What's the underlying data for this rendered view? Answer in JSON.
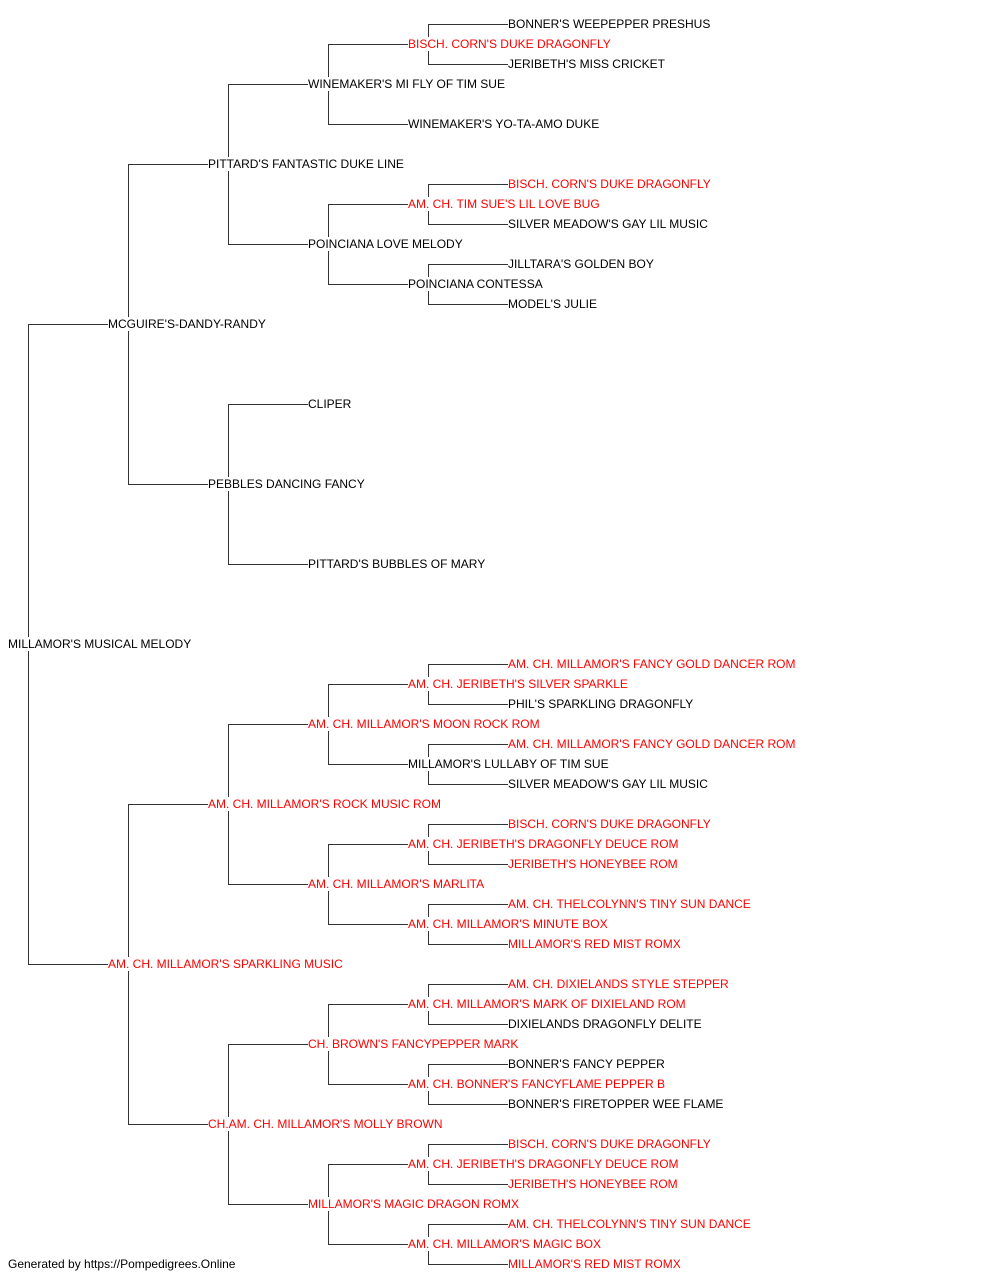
{
  "colors": {
    "champion": "#ff0000",
    "regular": "#000000",
    "connector": "#333333"
  },
  "pedigree": {
    "name": "MILLAMOR'S MUSICAL MELODY",
    "champion": false,
    "sire": {
      "name": "MCGUIRE'S-DANDY-RANDY",
      "champion": false,
      "sire": {
        "name": "PITTARD'S FANTASTIC DUKE LINE",
        "champion": false,
        "sire": {
          "name": "WINEMAKER'S MI FLY OF TIM SUE",
          "champion": false,
          "sire": {
            "name": "BISCH. CORN'S DUKE DRAGONFLY",
            "champion": true,
            "sire": {
              "name": "BONNER'S WEEPEPPER PRESHUS",
              "champion": false
            },
            "dam": {
              "name": "JERIBETH'S MISS CRICKET",
              "champion": false
            }
          },
          "dam": {
            "name": "WINEMAKER'S YO-TA-AMO DUKE",
            "champion": false
          }
        },
        "dam": {
          "name": "POINCIANA LOVE MELODY",
          "champion": false,
          "sire": {
            "name": "AM. CH. TIM SUE'S LIL LOVE BUG",
            "champion": true,
            "sire": {
              "name": "BISCH. CORN'S DUKE DRAGONFLY",
              "champion": true
            },
            "dam": {
              "name": "SILVER MEADOW'S GAY LIL MUSIC",
              "champion": false
            }
          },
          "dam": {
            "name": "POINCIANA CONTESSA",
            "champion": false,
            "sire": {
              "name": "JILLTARA'S GOLDEN BOY",
              "champion": false
            },
            "dam": {
              "name": "MODEL'S JULIE",
              "champion": false
            }
          }
        }
      },
      "dam": {
        "name": "PEBBLES DANCING FANCY",
        "champion": false,
        "sire": {
          "name": "CLIPER",
          "champion": false
        },
        "dam": {
          "name": "PITTARD'S BUBBLES OF MARY",
          "champion": false
        }
      }
    },
    "dam": {
      "name": "AM. CH. MILLAMOR'S SPARKLING MUSIC",
      "champion": true,
      "sire": {
        "name": "AM. CH. MILLAMOR'S ROCK MUSIC ROM",
        "champion": true,
        "sire": {
          "name": "AM. CH. MILLAMOR'S MOON ROCK ROM",
          "champion": true,
          "sire": {
            "name": "AM. CH. JERIBETH'S SILVER SPARKLE",
            "champion": true,
            "sire": {
              "name": "AM. CH. MILLAMOR'S FANCY GOLD DANCER ROM",
              "champion": true
            },
            "dam": {
              "name": "PHIL'S SPARKLING DRAGONFLY",
              "champion": false
            }
          },
          "dam": {
            "name": "MILLAMOR'S LULLABY OF TIM SUE",
            "champion": false,
            "sire": {
              "name": "AM. CH. MILLAMOR'S FANCY GOLD DANCER ROM",
              "champion": true
            },
            "dam": {
              "name": "SILVER MEADOW'S GAY LIL MUSIC",
              "champion": false
            }
          }
        },
        "dam": {
          "name": "AM. CH. MILLAMOR'S MARLITA",
          "champion": true,
          "sire": {
            "name": "AM. CH. JERIBETH'S DRAGONFLY DEUCE ROM",
            "champion": true,
            "sire": {
              "name": "BISCH. CORN'S DUKE DRAGONFLY",
              "champion": true
            },
            "dam": {
              "name": "JERIBETH'S HONEYBEE ROM",
              "champion": true
            }
          },
          "dam": {
            "name": "AM. CH. MILLAMOR'S MINUTE BOX",
            "champion": true,
            "sire": {
              "name": "AM. CH. THELCOLYNN'S TINY SUN DANCE",
              "champion": true
            },
            "dam": {
              "name": "MILLAMOR'S RED MIST ROMX",
              "champion": true
            }
          }
        }
      },
      "dam": {
        "name": "CH.AM. CH. MILLAMOR'S MOLLY BROWN",
        "champion": true,
        "sire": {
          "name": "CH. BROWN'S FANCYPEPPER MARK",
          "champion": true,
          "sire": {
            "name": "AM. CH. MILLAMOR'S MARK OF DIXIELAND ROM",
            "champion": true,
            "sire": {
              "name": "AM. CH. DIXIELANDS STYLE STEPPER",
              "champion": true
            },
            "dam": {
              "name": "DIXIELANDS DRAGONFLY DELITE",
              "champion": false
            }
          },
          "dam": {
            "name": "AM. CH. BONNER'S FANCYFLAME PEPPER B",
            "champion": true,
            "sire": {
              "name": "BONNER'S FANCY PEPPER",
              "champion": false
            },
            "dam": {
              "name": "BONNER'S FIRETOPPER WEE FLAME",
              "champion": false
            }
          }
        },
        "dam": {
          "name": "MILLAMOR'S MAGIC DRAGON ROMX",
          "champion": true,
          "sire": {
            "name": "AM. CH. JERIBETH'S DRAGONFLY DEUCE ROM",
            "champion": true,
            "sire": {
              "name": "BISCH. CORN'S DUKE DRAGONFLY",
              "champion": true
            },
            "dam": {
              "name": "JERIBETH'S HONEYBEE ROM",
              "champion": true
            }
          },
          "dam": {
            "name": "AM. CH. MILLAMOR'S MAGIC BOX",
            "champion": true,
            "sire": {
              "name": "AM. CH. THELCOLYNN'S TINY SUN DANCE",
              "champion": true
            },
            "dam": {
              "name": "MILLAMOR'S RED MIST ROMX",
              "champion": true
            }
          }
        }
      }
    }
  },
  "footer": {
    "text": "Generated by https://Pompedigrees.Online"
  }
}
